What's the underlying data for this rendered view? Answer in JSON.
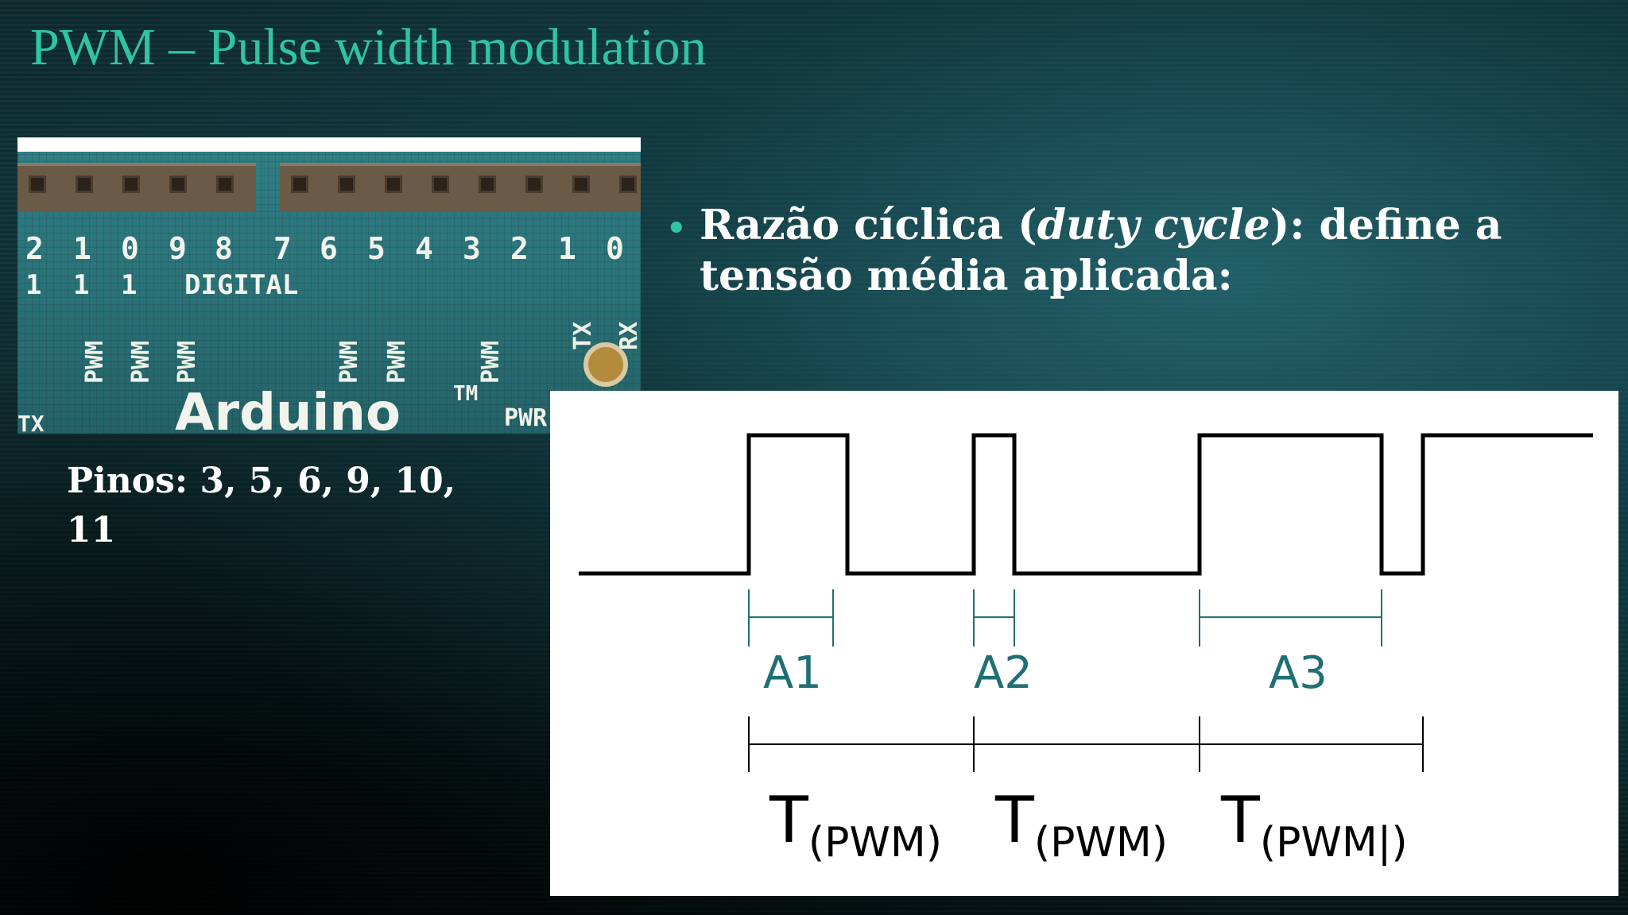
{
  "slide": {
    "title": "PWM – Pulse width modulation",
    "bullet_prefix": "Razão cíclica (",
    "bullet_italic": "duty cycle",
    "bullet_suffix": "): define a tensão média aplicada:",
    "pins_label": "Pinos: 3, 5, 6, 9, 10, 11"
  },
  "board": {
    "pin_numbers_top": [
      "2",
      "1",
      "0",
      "9",
      "8",
      "7",
      "6",
      "5",
      "4",
      "3",
      "2",
      "1",
      "0"
    ],
    "pin_prefix_row": [
      "1",
      "1",
      "1"
    ],
    "digital_label": "DIGITAL",
    "pwm_label": "PWM",
    "tx_label": "TX",
    "rx_label": "RX",
    "brand": "Arduino",
    "tm": "TM",
    "pwr_label": "PWR",
    "tx_small": "TX"
  },
  "diagram": {
    "intervals": [
      "A1",
      "A2",
      "A3"
    ],
    "period_main": "T",
    "period_sub": "(PWM)",
    "period_sub_third": "(PWM|)",
    "colors": {
      "signal": "#000000",
      "annotation": "#1f6f73"
    }
  }
}
